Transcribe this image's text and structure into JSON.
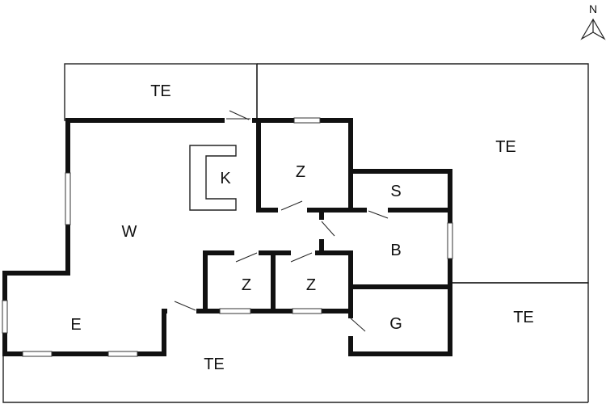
{
  "compass": {
    "label": "N",
    "icon": "north-arrow-icon"
  },
  "rooms": {
    "terrace_top_left": "TE",
    "terrace_top_right": "TE",
    "terrace_right": "TE",
    "terrace_bottom": "TE",
    "living": "W",
    "kitchen": "K",
    "room_top": "Z",
    "room_left": "Z",
    "room_right": "Z",
    "bathroom": "B",
    "storage": "S",
    "garage": "G",
    "entrance": "E"
  },
  "colors": {
    "wall": "#111111",
    "background": "#ffffff"
  }
}
